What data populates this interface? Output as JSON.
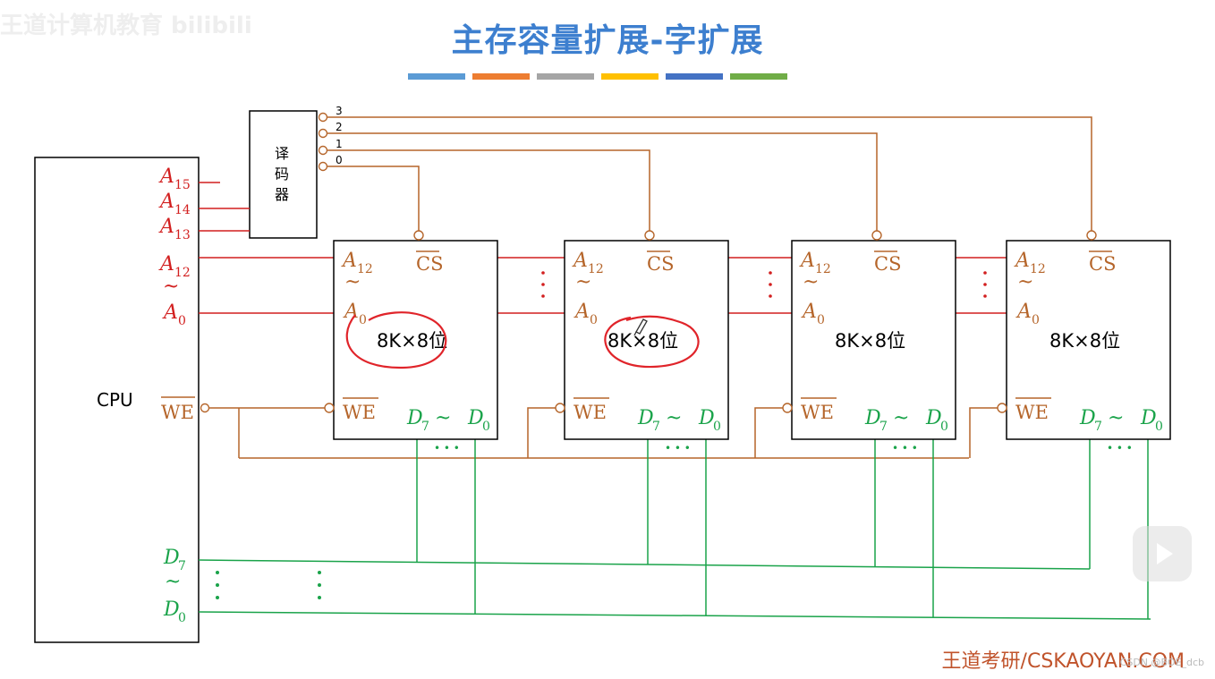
{
  "watermark": "王道计算机教育 bilibili",
  "title": "主存容量扩展-字扩展",
  "title_bar_colors": [
    "#5b9bd5",
    "#ed7d31",
    "#a5a5a5",
    "#ffc000",
    "#4472c4",
    "#70ad47"
  ],
  "colors": {
    "address": "#d21f1f",
    "control": "#b5652a",
    "data": "#1aa34a",
    "annotation": "#e0242a"
  },
  "cpu": {
    "label": "CPU",
    "a15": "A",
    "a15_sub": "15",
    "a14": "A",
    "a14_sub": "14",
    "a13": "A",
    "a13_sub": "13",
    "a12": "A",
    "a12_sub": "12",
    "tilde": "~",
    "a0": "A",
    "a0_sub": "0",
    "we": "WE",
    "d7": "D",
    "d7_sub": "7",
    "d0": "D",
    "d0_sub": "0"
  },
  "decoder": {
    "label_1": "译",
    "label_2": "码",
    "label_3": "器",
    "outputs": [
      "3",
      "2",
      "1",
      "0"
    ]
  },
  "chips": [
    {
      "capacity": "8K×8位"
    },
    {
      "capacity": "8K×8位"
    },
    {
      "capacity": "8K×8位"
    },
    {
      "capacity": "8K×8位"
    }
  ],
  "chip_labels": {
    "a12": "A",
    "a12_sub": "12",
    "tilde": "~",
    "a0": "A",
    "a0_sub": "0",
    "cs": "CS",
    "we": "WE",
    "data": "D",
    "data_hi_sub": "7",
    "data_tilde": "~",
    "data_lo_sub": "0",
    "ellipsis": "• • •"
  },
  "footer": "王道考研/CSKAOYAN.COM",
  "csdn_mark": "CSDN @BOE_dcb"
}
